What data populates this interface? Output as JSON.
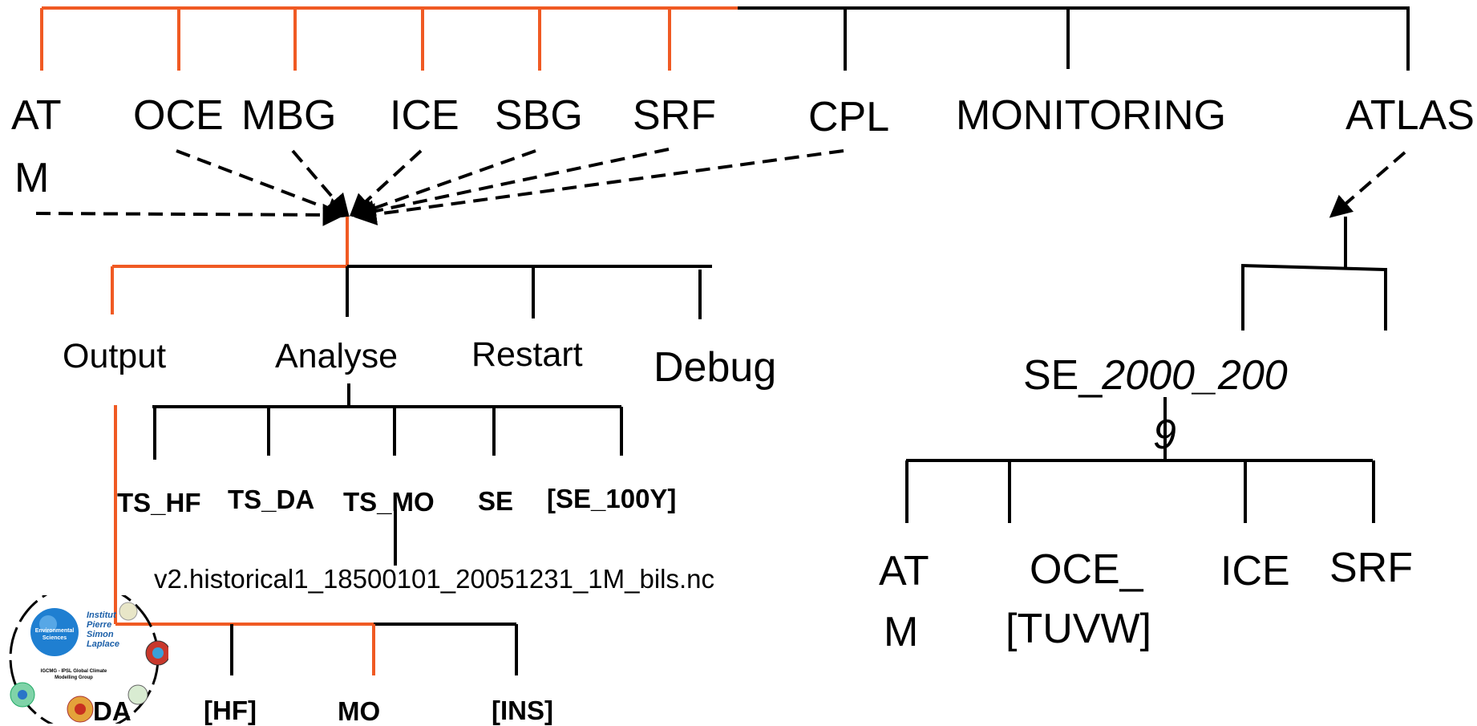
{
  "top_level": {
    "atm_line1": "AT",
    "atm_line2": "M",
    "oce": "OCE",
    "mbg": "MBG",
    "ice": "ICE",
    "sbg": "SBG",
    "srf": "SRF",
    "cpl": "CPL",
    "monitoring": "MONITORING",
    "atlas": "ATLAS"
  },
  "component_dirs": {
    "output": "Output",
    "analyse": "Analyse",
    "restart": "Restart",
    "debug": "Debug"
  },
  "analyse_dirs": {
    "ts_hf": "TS_HF",
    "ts_da": "TS_DA",
    "ts_mo": "TS_MO",
    "se": "SE",
    "se_100y": "[SE_100Y]"
  },
  "example_file": "v2.historical1_18500101_20051231_1M_bils.nc",
  "output_dirs": {
    "da": "DA",
    "hf": "[HF]",
    "mo": "MO",
    "ins": "[INS]"
  },
  "atlas_tree": {
    "se_prefix": "SE_",
    "se_period_part1": "2000_200",
    "se_period_part2": "9",
    "atm_line1": "AT",
    "atm_line2": "M",
    "oce_line1": "OCE_",
    "oce_line2": "[TUVW]",
    "ice": "ICE",
    "srf": "SRF"
  },
  "colors": {
    "highlight_path": "#f05a23",
    "tree_line": "#000000",
    "text": "#000000"
  },
  "logo": {
    "text": "Environmental Sciences · Institut Pierre Simon Laplace · IGCMG - IPSL Global Climate Modelling Group"
  }
}
